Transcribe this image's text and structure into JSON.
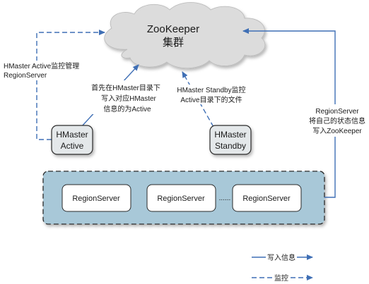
{
  "cloud": {
    "line1": "ZooKeeper",
    "line2": "集群"
  },
  "nodes": {
    "active": {
      "line1": "HMaster",
      "line2": "Active"
    },
    "standby": {
      "line1": "HMaster",
      "line2": "Standby"
    }
  },
  "cluster": {
    "servers": [
      "RegionServer",
      "RegionServer",
      "RegionServer"
    ],
    "ellipsis": "......"
  },
  "annotations": {
    "monitor_left": [
      "HMaster Active监控管理",
      "RegionServer"
    ],
    "active_write": [
      "首先在HMaster目录下",
      "写入对应HMaster",
      "信息的为Active"
    ],
    "standby_monitor": [
      "HMaster Standby监控",
      "Active目录下的文件"
    ],
    "rs_write": [
      "RegionServer",
      "将自己的状态信息",
      "写入ZooKeeper"
    ]
  },
  "legend": {
    "write": "写入信息",
    "monitor": "监控"
  },
  "colors": {
    "arrow": "#3f6fb5",
    "cloud": "#dcdcdc",
    "node_fill": "#e4e8ea",
    "cluster_fill": "#a8c8d8",
    "cluster_border": "#2a2a2a"
  }
}
